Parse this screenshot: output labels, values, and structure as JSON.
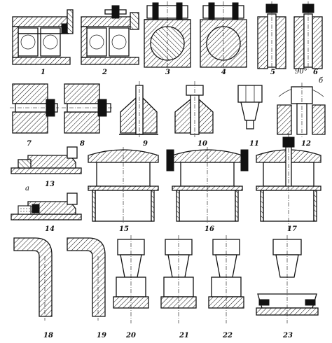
{
  "figure_labels": [
    "1",
    "2",
    "3",
    "4",
    "5",
    "6",
    "7",
    "8",
    "9",
    "10",
    "11",
    "12",
    "13",
    "14",
    "15",
    "16",
    "17",
    "18",
    "19",
    "20",
    "21",
    "22",
    "23"
  ],
  "annotations": {
    "angle": "90°",
    "marker_6": "б",
    "marker_14": "а"
  }
}
